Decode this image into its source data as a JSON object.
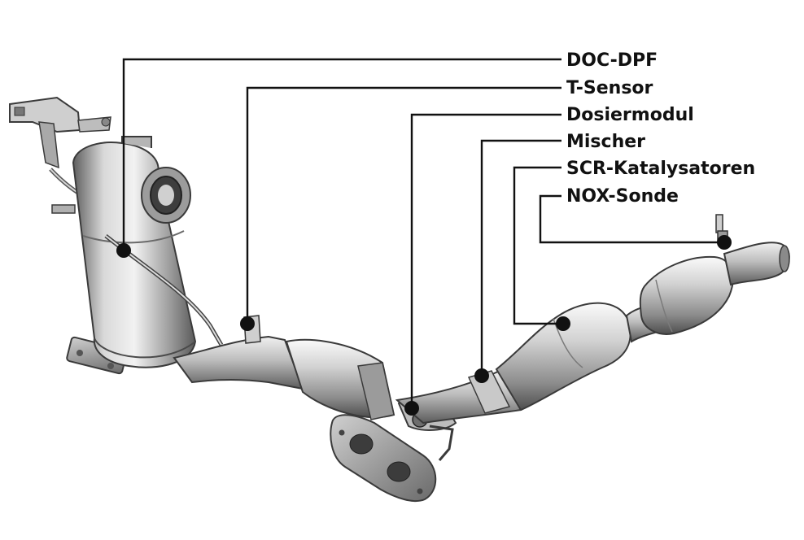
{
  "colors": {
    "background": "#ffffff",
    "leader": "#111111",
    "metal_light": "#e6e6e6",
    "metal_mid": "#b5b5b5",
    "metal_dark": "#6a6a6a",
    "outline": "#3a3a3a"
  },
  "labels": {
    "doc_dpf": "DOC-DPF",
    "t_sensor": "T-Sensor",
    "dosiermodul": "Dosiermodul",
    "mischer": "Mischer",
    "scr": "SCR-Katalysatoren",
    "nox": "NOX-Sonde"
  }
}
